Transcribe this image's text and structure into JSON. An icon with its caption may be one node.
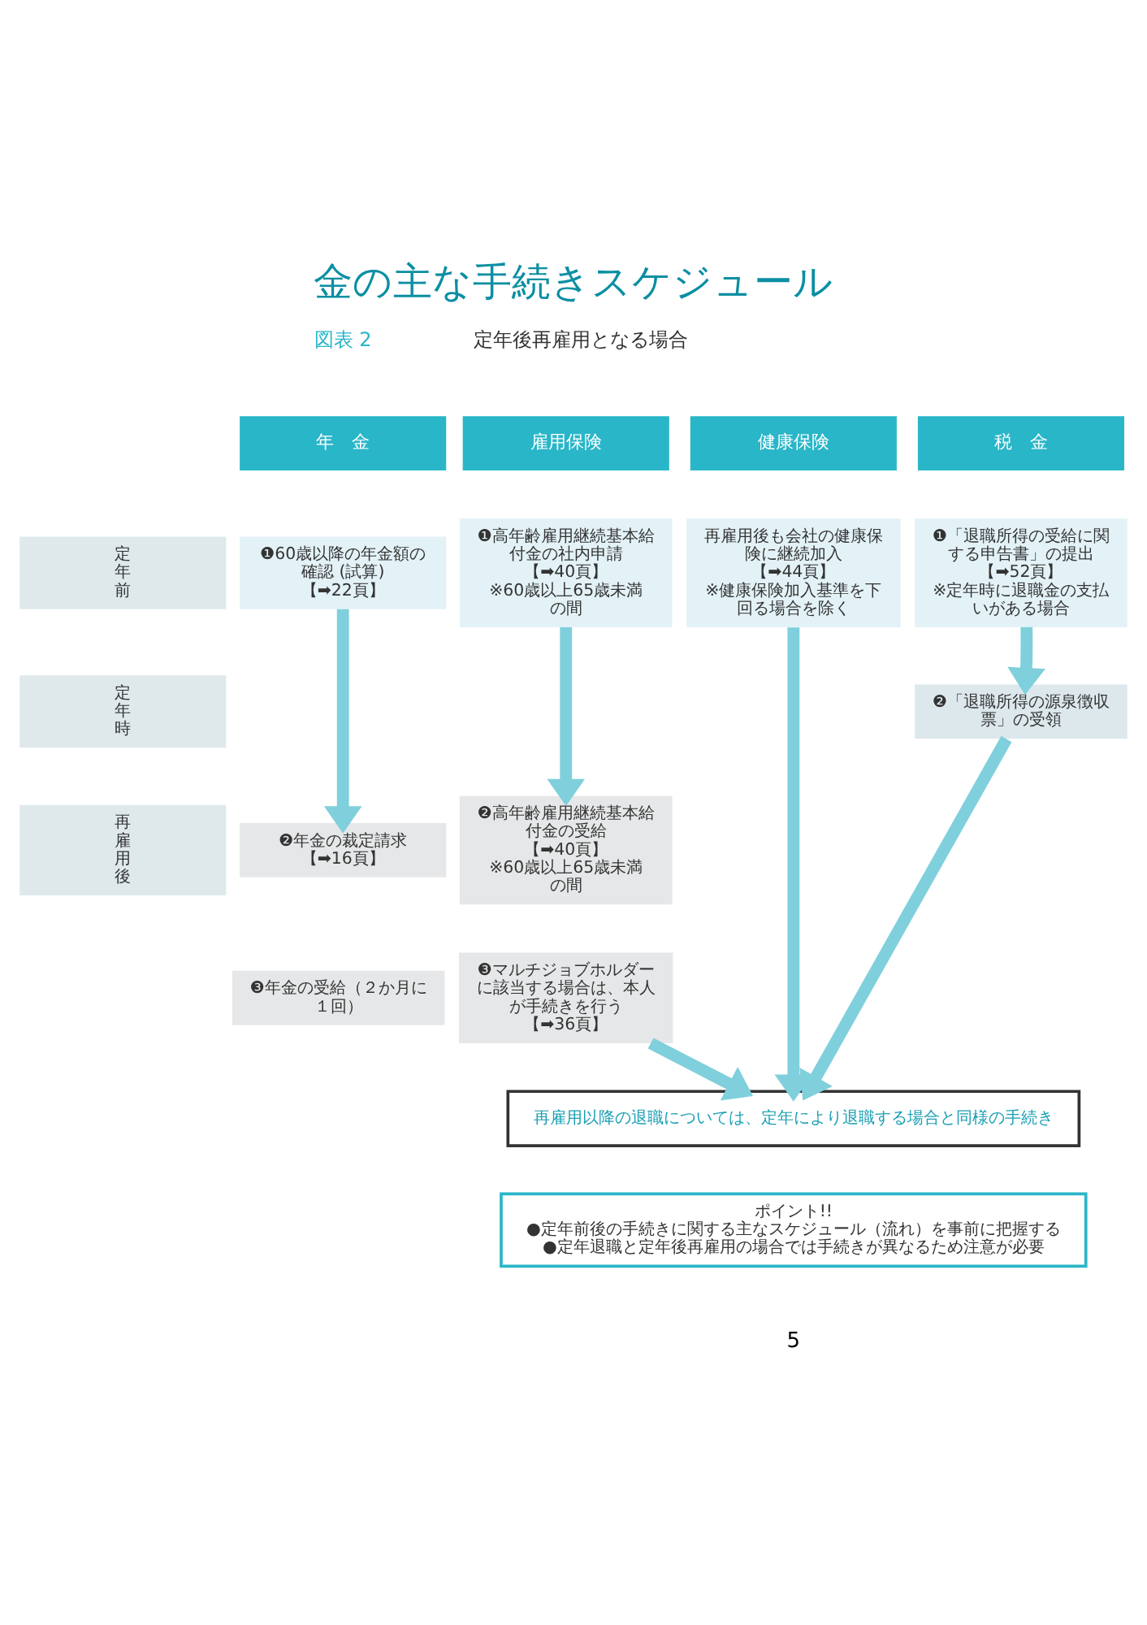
{
  "diagram": {
    "title": "金の主な手続きスケジュール",
    "nodes": [
      {
        "text": [
          "年　金"
        ]
      },
      {
        "text": [
          "雇用保険"
        ]
      },
      {
        "text": [
          "健康保険"
        ]
      },
      {
        "text": [
          "税　金"
        ]
      },
      {
        "text": [
          "定年前"
        ]
      },
      {
        "text": [
          "❶60歳以降の年金額の確認 (試算)【➡22頁】"
        ]
      },
      {
        "text": [
          "❶高年齢雇用継続基本給付金の社内申請【➡40頁】",
          "※60歳以上65歳未満の間"
        ]
      },
      {
        "text": [
          "再雇用後も会社の健康保険に継続加入【➡44頁】",
          "※健康保険加入基準を下回る場合を除く"
        ]
      },
      {
        "text": [
          "❶「退職所得の受給に関する申告書」の提出【➡52頁】",
          "※定年時に退職金の支払いがある場合"
        ]
      },
      {
        "text": [
          "定年時"
        ]
      },
      {
        "text": [
          "❷「退職所得の源泉徴収票」の受領"
        ]
      },
      {
        "text": [
          "再雇用後"
        ]
      },
      {
        "text": [
          "❷年金の裁定請求【➡16頁】"
        ]
      },
      {
        "text": [
          "❷高年齢雇用継続基本給付金の受給【➡40頁】",
          "※60歳以上65歳未満の間"
        ]
      },
      {
        "text": [
          "❸年金の受給（２か月に１回）"
        ]
      },
      {
        "text": [
          "❸マルチジョブホルダーに該当する場合は、本人が手続きを行う【➡36頁】"
        ]
      },
      {
        "text": [
          "再雇用以降の退職については、定年により退職する場合と同様の手続き"
        ]
      },
      {
        "text": [
          "ポイント!!",
          "●定年前後の手続きに関する主なスケジュール（流れ）を事前に把握する",
          "●定年退職と定年後再雇用の場合では手続きが異なるため注意が必要"
        ]
      }
    ],
    "edges": [
      {
        "from": 5,
        "to": 12,
        "arrow": "to"
      },
      {
        "from": 6,
        "to": 13,
        "arrow": "to"
      },
      {
        "from": 8,
        "to": 10,
        "arrow": "to"
      },
      {
        "from": 15,
        "to": 16,
        "arrow": "to"
      },
      {
        "from": 7,
        "to": 16,
        "arrow": "to"
      },
      {
        "from": 10,
        "to": 16,
        "arrow": "to"
      }
    ],
    "labels": [
      "図表 2",
      "定年後再雇用となる場合",
      "5"
    ]
  }
}
